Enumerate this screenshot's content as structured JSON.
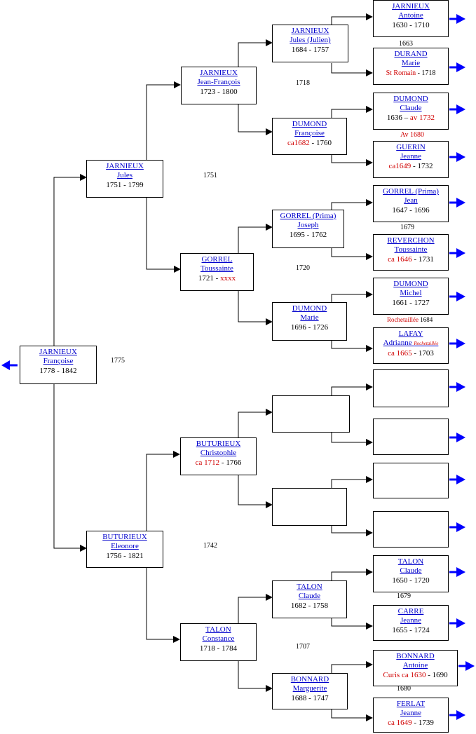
{
  "root": {
    "surname": "JARNIEUX",
    "given": "Françoise",
    "birth": "1778",
    "death": "1842"
  },
  "gen1": [
    {
      "surname": "JARNIEUX",
      "given": "Jules",
      "birth": "1751",
      "death": "1799"
    },
    {
      "surname": "BUTURIEUX",
      "given": "Eleonore",
      "birth": "1756",
      "death": "1821"
    }
  ],
  "gen2": [
    {
      "surname": "JARNIEUX",
      "given": "Jean-François",
      "birth": "1723",
      "death": "1800"
    },
    {
      "surname": "GORREL",
      "given": "Toussainte",
      "birth": "1721",
      "death": "xxxx"
    },
    {
      "surname": "BUTURIEUX",
      "given": "Christophle",
      "birth": "ca 1712",
      "death": "1766"
    },
    {
      "surname": "TALON",
      "given": "Constance",
      "birth": "1718",
      "death": "1784"
    }
  ],
  "gen3": [
    {
      "surname": "JARNIEUX",
      "given": "Jules (Julien)",
      "birth": "1684",
      "death": "1757"
    },
    {
      "surname": "DUMOND",
      "given": "Françoise",
      "birth": "ca1682",
      "death": "1760"
    },
    {
      "surname": "GORREL (Prima)",
      "given": "Joseph",
      "birth": "1695",
      "death": "1762"
    },
    {
      "surname": "DUMOND",
      "given": "Marie",
      "birth": "1696",
      "death": "1726"
    },
    {
      "surname": "",
      "given": "",
      "birth": "",
      "death": ""
    },
    {
      "surname": "",
      "given": "",
      "birth": "",
      "death": ""
    },
    {
      "surname": "TALON",
      "given": "Claude",
      "birth": "1682",
      "death": "1758"
    },
    {
      "surname": "BONNARD",
      "given": "Marguerite",
      "birth": "1688",
      "death": "1747"
    }
  ],
  "gen4": [
    {
      "surname": "JARNIEUX",
      "given": "Antoine",
      "birth": "1630",
      "death": "1710"
    },
    {
      "surname": "DURAND",
      "given": "Marie",
      "birth": "St Romain",
      "death": "1718"
    },
    {
      "surname": "DUMOND",
      "given": "Claude",
      "birth": "1636",
      "death": "av 1732"
    },
    {
      "surname": "GUERIN",
      "given": "Jeanne",
      "birth": "ca1649",
      "death": "1732"
    },
    {
      "surname": "GORREL (Prima)",
      "given": "Jean",
      "birth": "1647",
      "death": "1696"
    },
    {
      "surname": "REVERCHON",
      "given": "Toussainte",
      "birth": "ca 1646",
      "death": "1731"
    },
    {
      "surname": "DUMOND",
      "given": "Michel",
      "birth": "1661",
      "death": "1727"
    },
    {
      "surname": "LAFAY",
      "given": "Adrianne",
      "given_note": "Rochetaillée",
      "birth": "ca 1665",
      "death": "1703"
    },
    {
      "surname": "",
      "given": "",
      "birth": "",
      "death": ""
    },
    {
      "surname": "",
      "given": "",
      "birth": "",
      "death": ""
    },
    {
      "surname": "",
      "given": "",
      "birth": "",
      "death": ""
    },
    {
      "surname": "",
      "given": "",
      "birth": "",
      "death": ""
    },
    {
      "surname": "TALON",
      "given": "Claude",
      "birth": "1650",
      "death": "1720"
    },
    {
      "surname": "CARRE",
      "given": "Jeanne",
      "birth": "1655",
      "death": "1724"
    },
    {
      "surname": "BONNARD",
      "given": "Antoine",
      "birth": "Curis ca 1630",
      "death": "1690"
    },
    {
      "surname": "FERLAT",
      "given": "Jeanne",
      "birth": "ca 1649",
      "death": "1739"
    }
  ],
  "marriages": {
    "root_parents": "1775",
    "gen1_a": "1751",
    "gen1_b": "1742",
    "gen2_a": "1718",
    "gen2_b": "1720",
    "gen2_d": "1707",
    "gen3_a": "1663",
    "gen3_b": "Av 1680",
    "gen3_c": "1679",
    "gen3_d": "Rochetaillée 1684",
    "gen3_g": "1679",
    "gen3_h": "1680"
  },
  "separator": " - ",
  "colors": {
    "link": "#0000cc",
    "arrow": "#0000ff",
    "uncertain": "#d00000",
    "line": "#000000"
  },
  "icons": {
    "back": "left-arrow-icon",
    "more": "right-arrow-icon"
  }
}
